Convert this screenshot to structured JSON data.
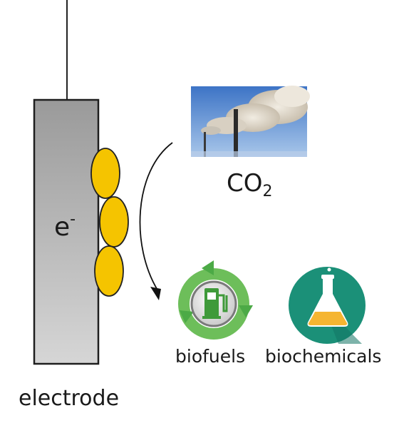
{
  "labels": {
    "electrons": "e",
    "electrons_sup": "-",
    "electrode": "electrode",
    "co2_main": "CO",
    "co2_sub": "2",
    "biofuels": "biofuels",
    "biochemicals": "biochemicals"
  },
  "icons": {
    "source": "smokestack-photo",
    "product_1": "fuel-pump-recycle-icon",
    "product_2": "flask-icon"
  },
  "colors": {
    "electrode": "#909090",
    "microbes": "#f5c400",
    "recycle_green": "#5cb85c",
    "flask_circle": "#1b9078",
    "flask_liquid": "#f5b531"
  }
}
